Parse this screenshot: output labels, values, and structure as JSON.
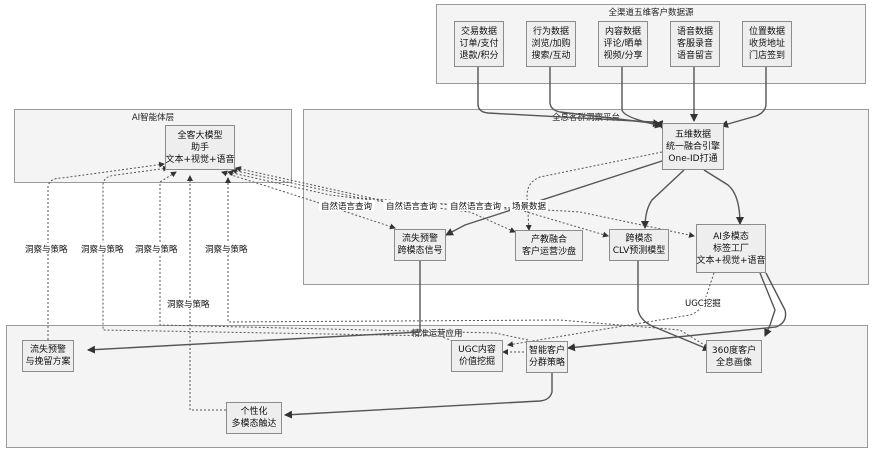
{
  "clusters": {
    "sources": "全渠道五维客户数据源",
    "platform": "全息客群洞察平台",
    "ai_layer": "AI智能体层",
    "ops": "精准运营应用"
  },
  "nodes": {
    "trade": [
      "交易数据",
      "订单/支付",
      "退款/积分"
    ],
    "behavior": [
      "行为数据",
      "浏览/加购",
      "搜索/互动"
    ],
    "content": [
      "内容数据",
      "评论/晒单",
      "视频/分享"
    ],
    "voice": [
      "语音数据",
      "客服录音",
      "语音留言"
    ],
    "location": [
      "位置数据",
      "收货地址",
      "门店签到"
    ],
    "engine": [
      "五维数据",
      "统一融合引擎",
      "One-ID打通"
    ],
    "churn": [
      "流失预警",
      "跨模态信号"
    ],
    "sandbox": [
      "产教融合",
      "客户运营沙盘"
    ],
    "clv": [
      "跨模态",
      "CLV预测模型"
    ],
    "tagfactory": [
      "AI多模态",
      "标签工厂",
      "文本+视觉+语音"
    ],
    "assistant": [
      "全客大模型",
      "助手",
      "文本+视觉+语音"
    ],
    "retention": [
      "流失预警",
      "与挽留方案"
    ],
    "ugc": [
      "UGC内容",
      "价值挖掘"
    ],
    "segment": [
      "智能客户",
      "分群策略"
    ],
    "profile": [
      "360度客户",
      "全息画像"
    ],
    "reach": [
      "个性化",
      "多模态触达"
    ]
  },
  "edge_labels": {
    "nlq": "自然语言查询",
    "scene": "场景数据",
    "insight": "洞察与策略",
    "ugc_mining": "UGC挖掘"
  }
}
